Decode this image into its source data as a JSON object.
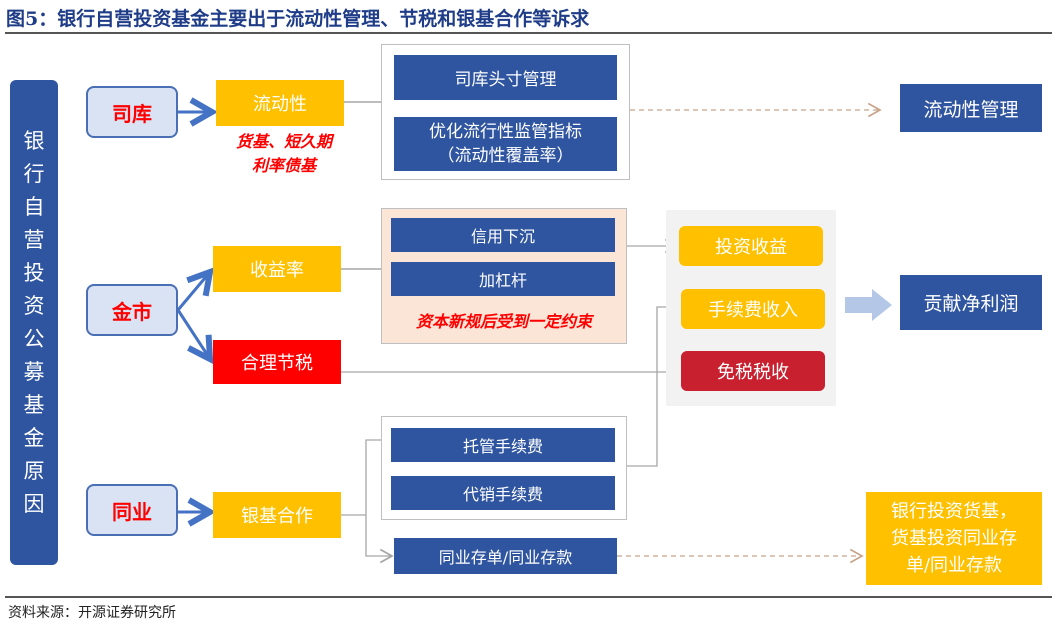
{
  "title": "图5：银行自营投资基金主要出于流动性管理、节税和银基合作等诉求",
  "left_bar": "银行自营投资公募基金原因",
  "categories": {
    "siku": "司库",
    "jinshi": "金市",
    "tongye": "同业"
  },
  "motives": {
    "liquidity": "流动性",
    "yield": "收益率",
    "tax": "合理节税",
    "cooperation": "银基合作"
  },
  "liquidity_note": [
    "货基、短久期",
    "利率债基"
  ],
  "siku_items": [
    "司库头寸管理",
    "优化流行性监管指标",
    "（流动性覆盖率）"
  ],
  "jinshi_items": [
    "信用下沉",
    "加杠杆"
  ],
  "jinshi_note": "资本新规后受到一定约束",
  "tongye_items": [
    "托管手续费",
    "代销手续费"
  ],
  "tongye_extra": "同业存单/同业存款",
  "benefits": [
    "投资收益",
    "手续费收入",
    "免税税收"
  ],
  "results": {
    "liquidity_mgmt": "流动性管理",
    "net_profit": "贡献净利润",
    "deposit": [
      "银行投资货基，",
      "货基投资同业存",
      "单/同业存款"
    ]
  },
  "source": "资料来源：开源证券研究所",
  "colors": {
    "blue": "#2f55a0",
    "yellow": "#ffc000",
    "red": "#ff0000",
    "darkred": "#c9202f",
    "beige": "#fbe5d6"
  }
}
